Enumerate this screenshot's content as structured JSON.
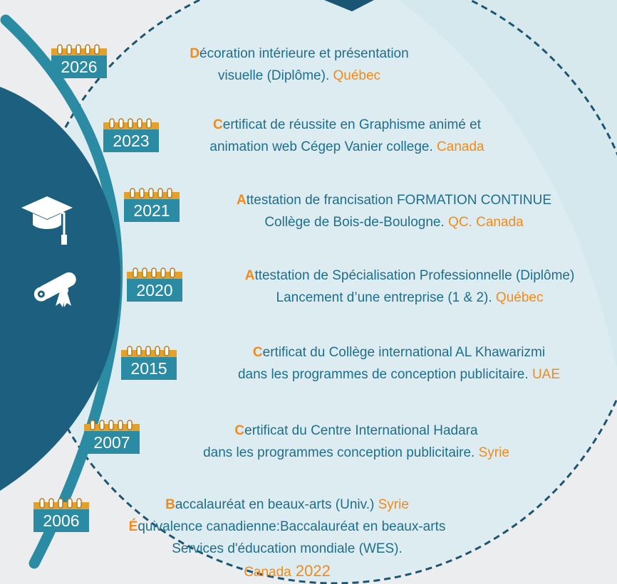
{
  "colors": {
    "background": "#ebedee",
    "accent_teal": "#2b8ba3",
    "text_blue": "#1f6e8c",
    "highlight_orange": "#f28a1c",
    "panel_dark": "#1d5f7e",
    "calendar_gold": "#e2a12c"
  },
  "icons": {
    "graduation": "graduation-cap-icon",
    "diploma": "diploma-scroll-icon",
    "calendar": "calendar-icon"
  },
  "timeline": [
    {
      "year": "2026",
      "lines": [
        {
          "cap": "D",
          "text": "écoration intérieure et présentation"
        },
        {
          "text": "visuelle (Diplôme). ",
          "loc": "Québec"
        }
      ]
    },
    {
      "year": "2023",
      "lines": [
        {
          "cap": "C",
          "text": "ertificat de réussite en Graphisme animé et"
        },
        {
          "text": "animation web Cégep Vanier college. ",
          "loc": "Canada"
        }
      ]
    },
    {
      "year": "2021",
      "lines": [
        {
          "cap": "A",
          "text": "ttestation de francisation FORMATION CONTINUE"
        },
        {
          "text": "Collège de Bois-de-Boulogne. ",
          "loc": "QC. Canada"
        }
      ]
    },
    {
      "year": "2020",
      "lines": [
        {
          "cap": "A",
          "text": "ttestation de Spécialisation Professionnelle (Diplôme)"
        },
        {
          "text": "Lancement d’une entreprise (1 & 2). ",
          "loc": "Québec"
        }
      ]
    },
    {
      "year": "2015",
      "lines": [
        {
          "cap": "C",
          "text": "ertificat du Collège international AL Khawarizmi"
        },
        {
          "text": "dans les programmes de conception publicitaire. ",
          "loc": "UAE"
        }
      ]
    },
    {
      "year": "2007",
      "lines": [
        {
          "cap": "C",
          "text": "ertificat du Centre International Hadara"
        },
        {
          "text": "dans les programmes conception publicitaire. ",
          "loc": "Syrie"
        }
      ]
    },
    {
      "year": "2006",
      "lines": [
        {
          "cap": "B",
          "text": "accalauréat en beaux-arts (Univ.) ",
          "loc": "Syrie"
        },
        {
          "cap": "É",
          "text": "quivalence canadienne:Baccalauréat en beaux-arts"
        },
        {
          "text": "Services d'éducation mondiale (WES)."
        },
        {
          "loc": "Canada",
          "loc_big": " 2022"
        }
      ]
    }
  ]
}
